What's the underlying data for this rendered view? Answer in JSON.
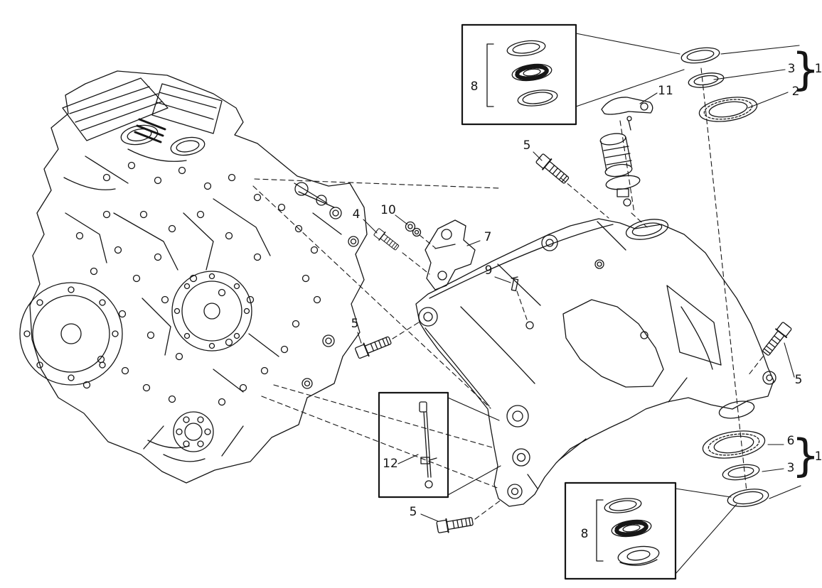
{
  "page": {
    "background": "#ffffff",
    "ink": "#161616"
  },
  "diagram": {
    "description": "Exploded parts diagram of a motorcycle engine and front frame with numbered callouts",
    "brace_glyph": "}",
    "callouts": {
      "c1_top": "1",
      "c2": "2",
      "c3_top": "3",
      "c4": "4",
      "c5_top": "5",
      "c5_left": "5",
      "c5_right": "5",
      "c5_bottom": "5",
      "c6": "6",
      "c7": "7",
      "c8_top": "8",
      "c8_bottom": "8",
      "c9": "9",
      "c10": "10",
      "c11": "11",
      "c12": "12",
      "c1_bottom": "1",
      "c3_bottom": "3"
    }
  }
}
